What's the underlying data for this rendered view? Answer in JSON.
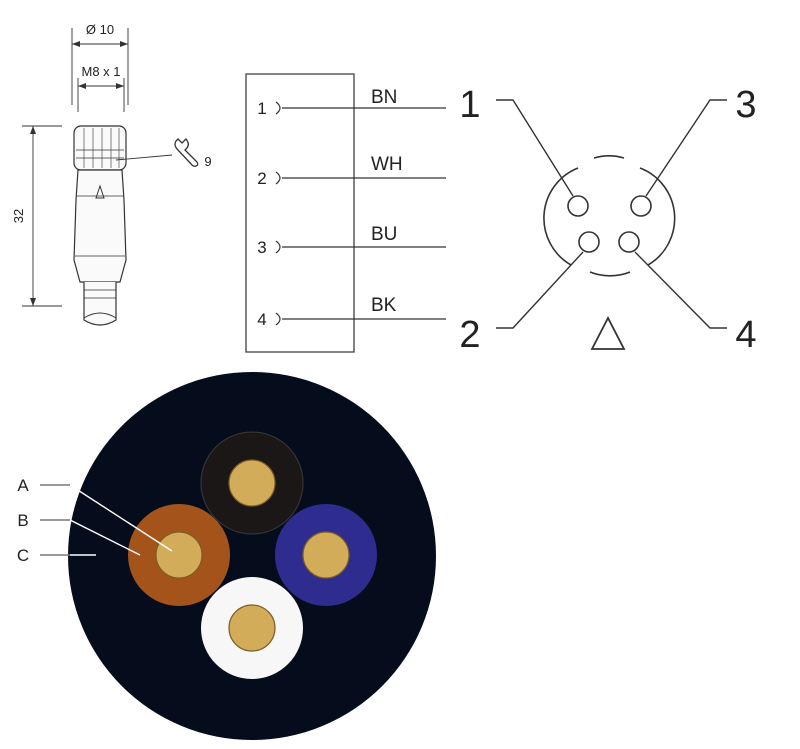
{
  "connector": {
    "diameter_label": "Ø 10",
    "thread_label": "M8 x 1",
    "height_label": "32",
    "wrench_size_label": "9"
  },
  "wiring": {
    "pins": [
      {
        "number": "1",
        "color_code": "BN"
      },
      {
        "number": "2",
        "color_code": "WH"
      },
      {
        "number": "3",
        "color_code": "BU"
      },
      {
        "number": "4",
        "color_code": "BK"
      }
    ]
  },
  "pinout": {
    "labels": [
      "1",
      "3",
      "2",
      "4"
    ],
    "coding_symbol": "△"
  },
  "cable": {
    "callouts": [
      "A",
      "B",
      "C"
    ],
    "colors": {
      "jacket": "#050d1c",
      "black_core": "#1c1717",
      "blue_core": "#2e2d8f",
      "brown_core": "#a4541b",
      "white_core": "#f7f7f7",
      "conductor": "#d3ac5a"
    }
  }
}
